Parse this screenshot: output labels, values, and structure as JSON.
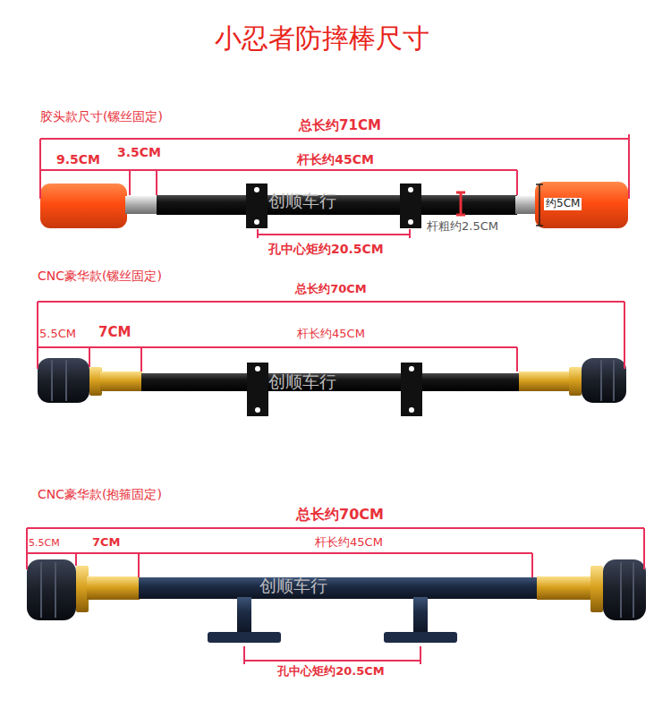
{
  "diagram": {
    "title": "小忍者防摔棒尺寸",
    "labels": [
      "胶头款尺寸(镙丝固定)",
      "总长约71CM",
      "9.5CM",
      "3.5CM",
      "杆长约45CM",
      "约5CM",
      "杆粗约2.5CM",
      "孔中心矩约20.5CM",
      "创顺车行",
      "CNC豪华款(镙丝固定)",
      "总长约70CM",
      "5.5CM",
      "7CM",
      "杆长约45CM",
      "创顺车行",
      "CNC豪华款(抱箍固定)",
      "总长约70CM",
      "5.5CM",
      "7CM",
      "杆长约45CM",
      "创顺车行",
      "孔中心矩约20.5CM"
    ]
  }
}
